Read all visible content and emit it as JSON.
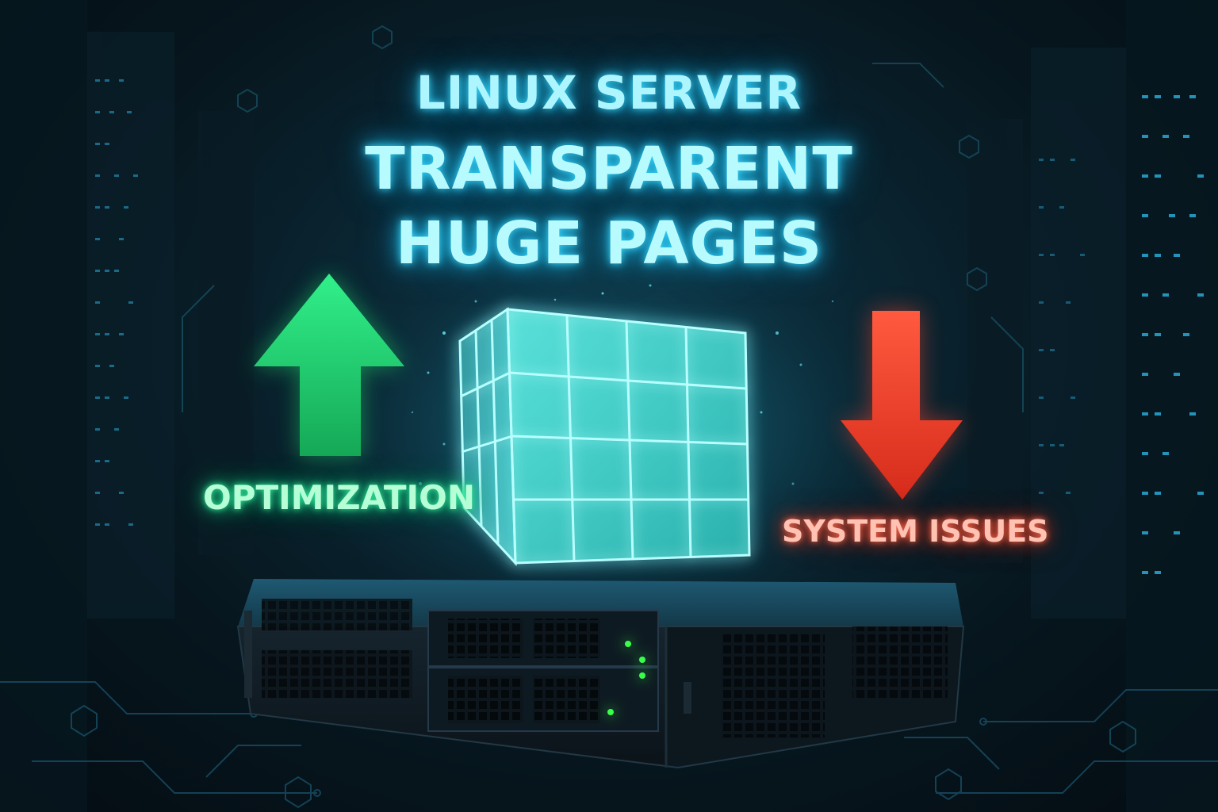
{
  "title": {
    "line1": "LINUX SERVER",
    "line2": "TRANSPARENT",
    "line3": "HUGE PAGES"
  },
  "labels": {
    "optimization": "OPTIMIZATION",
    "system_issues": "SYSTEM ISSUES"
  },
  "icons": {
    "up_arrow": "arrow-up-icon",
    "down_arrow": "arrow-down-icon",
    "memory_cube": "memory-cube-icon",
    "server": "rack-server-icon"
  },
  "colors": {
    "accent_cyan": "#3fe6ff",
    "up_green": "#1fd36b",
    "down_red": "#f0402a",
    "led_green": "#37ff4a",
    "background": "#061521"
  }
}
